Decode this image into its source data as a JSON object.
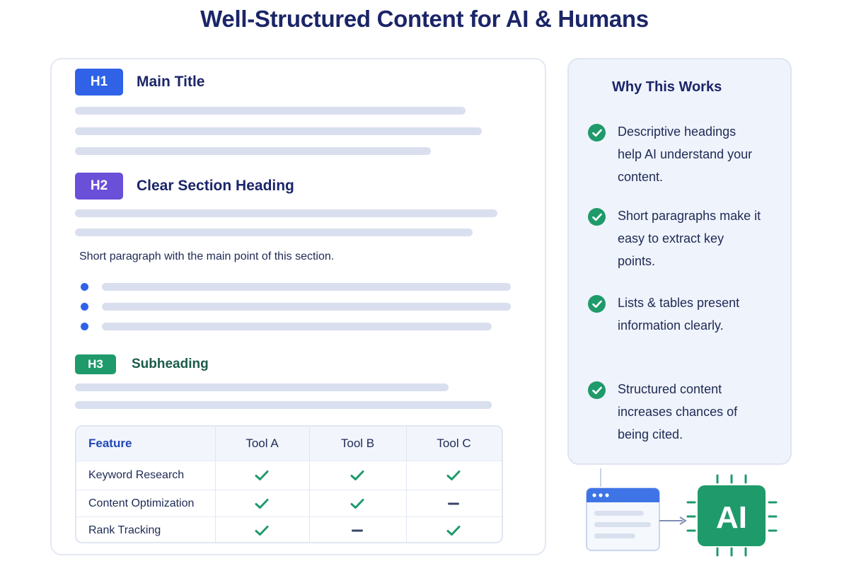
{
  "title": "Well-Structured Content for AI & Humans",
  "document": {
    "h1": {
      "badge": "H1",
      "text": "Main Title"
    },
    "h2": {
      "badge": "H2",
      "text": "Clear Section Heading"
    },
    "paragraph": "Short paragraph with the main point of this section.",
    "h3": {
      "badge": "H3",
      "text": "Subheading"
    },
    "table": {
      "headers": [
        "Feature",
        "Tool A",
        "Tool B",
        "Tool C"
      ],
      "rows": [
        {
          "feature": "Keyword Research",
          "values": [
            "check",
            "check",
            "check"
          ]
        },
        {
          "feature": "Content Optimization",
          "values": [
            "check",
            "check",
            "dash"
          ]
        },
        {
          "feature": "Rank Tracking",
          "values": [
            "check",
            "dash",
            "check"
          ]
        }
      ]
    }
  },
  "sidebar": {
    "title": "Why This Works",
    "reasons": [
      "Descriptive headings help AI understand your content.",
      "Short paragraphs make it easy to extract key points.",
      "Lists & tables present information clearly.",
      "Structured content increases chances of being cited."
    ]
  },
  "illustration": {
    "chip_label": "AI"
  },
  "colors": {
    "h1": "#2f62e6",
    "h2": "#6a4fd8",
    "h3": "#1f9a6b",
    "check": "#1f9a6b",
    "title": "#1b2568"
  }
}
